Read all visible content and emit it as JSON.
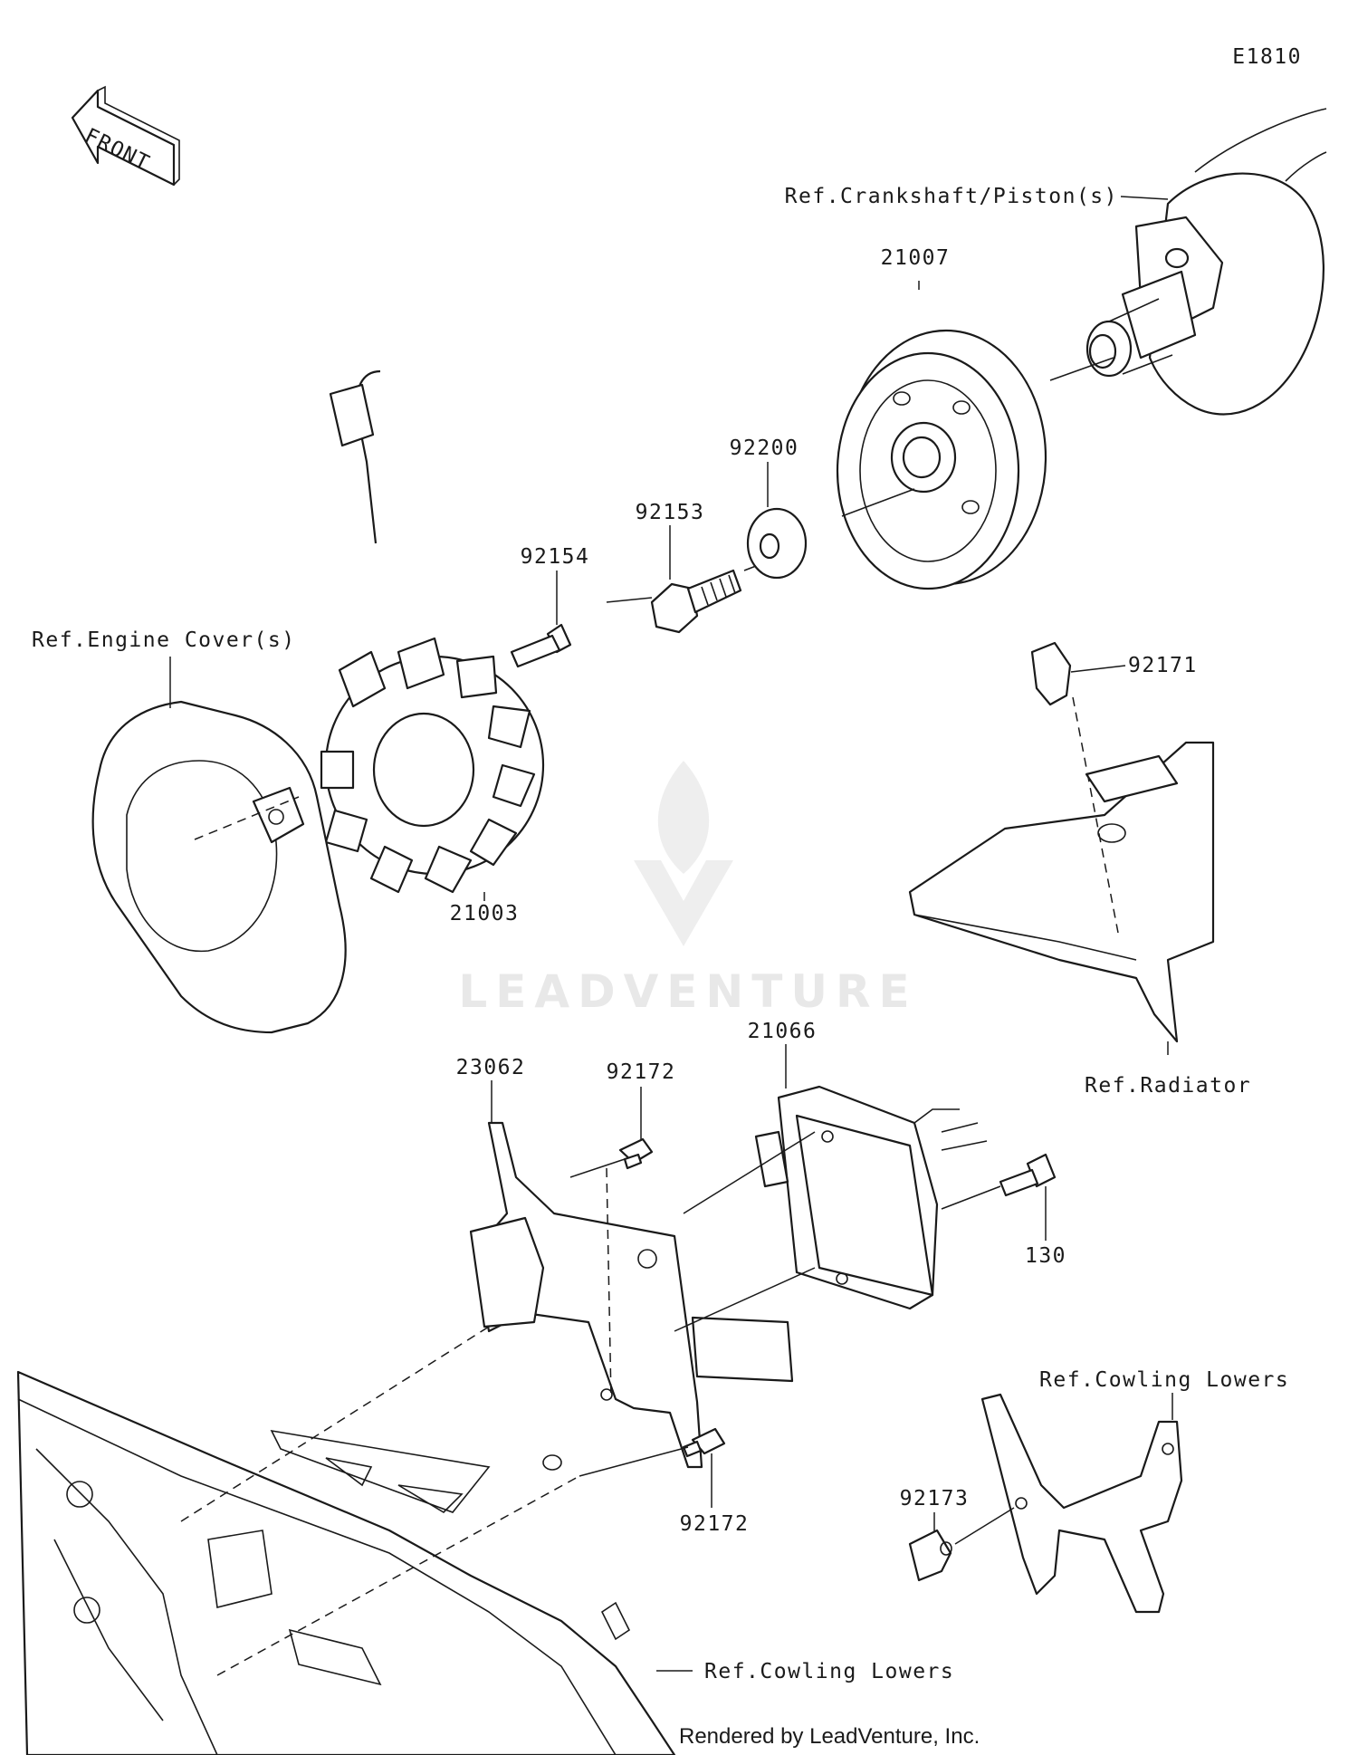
{
  "diagram_code": "E1810",
  "front_label": "FRONT",
  "watermark": "LEADVENTURE",
  "credit": "Rendered by LeadVenture, Inc.",
  "parts": [
    {
      "number": "21007"
    },
    {
      "number": "92200"
    },
    {
      "number": "92153"
    },
    {
      "number": "92154"
    },
    {
      "number": "21003"
    },
    {
      "number": "92171"
    },
    {
      "number": "21066"
    },
    {
      "number": "23062"
    },
    {
      "number": "92172"
    },
    {
      "number": "130"
    },
    {
      "number": "92172"
    },
    {
      "number": "92173"
    }
  ],
  "references": [
    {
      "text": "Ref.Crankshaft/Piston(s)"
    },
    {
      "text": "Ref.Engine Cover(s)"
    },
    {
      "text": "Ref.Radiator"
    },
    {
      "text": "Ref.Cowling Lowers"
    },
    {
      "text": "Ref.Cowling Lowers"
    }
  ]
}
